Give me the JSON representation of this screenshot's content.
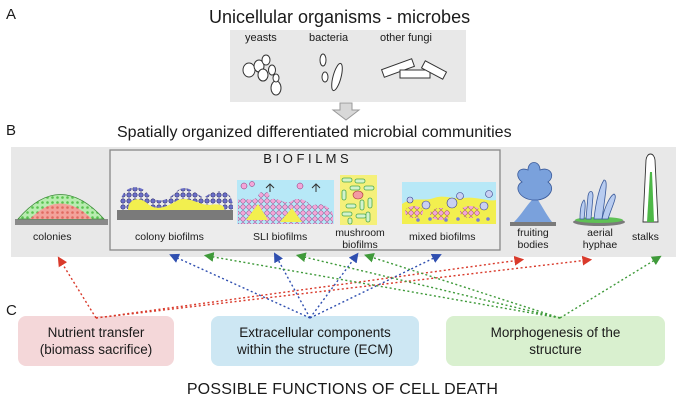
{
  "panel_a": {
    "letter": "A",
    "title": "Unicellular organisms - microbes",
    "types": [
      "yeasts",
      "bacteria",
      "other fungi"
    ]
  },
  "panel_b": {
    "letter": "B",
    "title": "Spatially organized differentiated microbial communities",
    "biofilms_heading": "B I O F I L M S",
    "items": {
      "colonies": "colonies",
      "colony_biofilms": "colony biofilms",
      "sli_biofilms": "SLI biofilms",
      "mushroom_l1": "mushroom",
      "mushroom_l2": "biofilms",
      "mixed_biofilms": "mixed biofilms",
      "fruiting_l1": "fruiting",
      "fruiting_l2": "bodies",
      "aerial_l1": "aerial",
      "aerial_l2": "hyphae",
      "stalks": "stalks"
    }
  },
  "panel_c": {
    "letter": "C",
    "functions": {
      "nutrient_l1": "Nutrient transfer",
      "nutrient_l2": "(biomass sacrifice)",
      "ecm_l1": "Extracellular components",
      "ecm_l2": "within the structure (ECM)",
      "morpho_l1": "Morphogenesis of the",
      "morpho_l2": "structure"
    },
    "footer": "POSSIBLE FUNCTIONS OF CELL DEATH"
  },
  "colors": {
    "panel_gray": "#e8e8e8",
    "nutrient_box": "#f4d7d9",
    "ecm_box": "#cde7f3",
    "morpho_box": "#d9f0cf",
    "red_arrow": "#d93a2b",
    "blue_arrow": "#2f4fb0",
    "green_arrow": "#3f9a3a"
  }
}
